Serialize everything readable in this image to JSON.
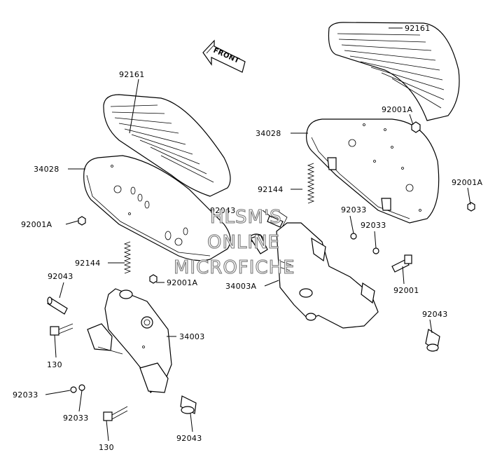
{
  "front_arrow": {
    "label": "FRONT"
  },
  "callouts": [
    {
      "id": "c-92161-left",
      "text": "92161"
    },
    {
      "id": "c-92161-right",
      "text": "92161"
    },
    {
      "id": "c-34028-left",
      "text": "34028"
    },
    {
      "id": "c-34028-right",
      "text": "34028"
    },
    {
      "id": "c-92001a-right-top",
      "text": "92001A"
    },
    {
      "id": "c-92001a-right",
      "text": "92001A"
    },
    {
      "id": "c-92001a-left",
      "text": "92001A"
    },
    {
      "id": "c-92001a-left-bottom",
      "text": "92001A"
    },
    {
      "id": "c-92144-right",
      "text": "92144"
    },
    {
      "id": "c-92144-left",
      "text": "92144"
    },
    {
      "id": "c-92043-mid",
      "text": "92043"
    },
    {
      "id": "c-92043-left",
      "text": "92043"
    },
    {
      "id": "c-92043-right",
      "text": "92043"
    },
    {
      "id": "c-92043-bottom",
      "text": "92043"
    },
    {
      "id": "c-92033-top",
      "text": "92033"
    },
    {
      "id": "c-92033-mid",
      "text": "92033"
    },
    {
      "id": "c-92033-left",
      "text": "92033"
    },
    {
      "id": "c-92033-bottom",
      "text": "92033"
    },
    {
      "id": "c-34003a",
      "text": "34003A"
    },
    {
      "id": "c-34003",
      "text": "34003"
    },
    {
      "id": "c-92001",
      "text": "92001"
    },
    {
      "id": "c-130-top",
      "text": "130"
    },
    {
      "id": "c-130-bottom",
      "text": "130"
    }
  ],
  "watermark": {
    "line1": "HLSM'S",
    "line2": "ONLINE",
    "line3": "MICROFICHE"
  },
  "icons": [
    "front-arrow-icon"
  ]
}
